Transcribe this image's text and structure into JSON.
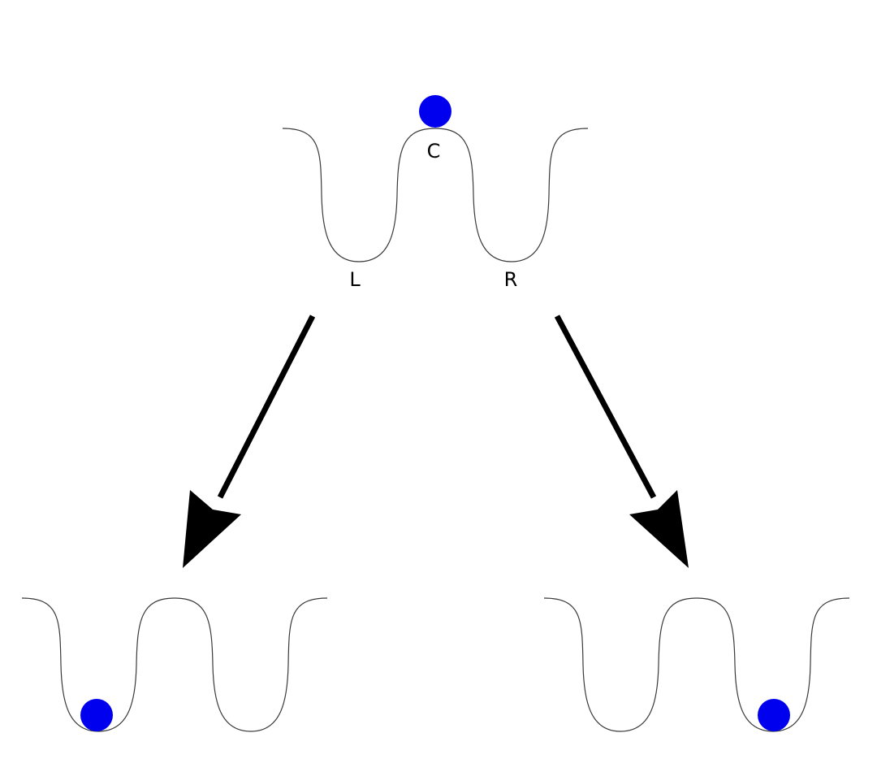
{
  "diagram": {
    "ball_color": "#0000ee",
    "labels": {
      "center": "C",
      "left": "L",
      "right": "R"
    }
  }
}
